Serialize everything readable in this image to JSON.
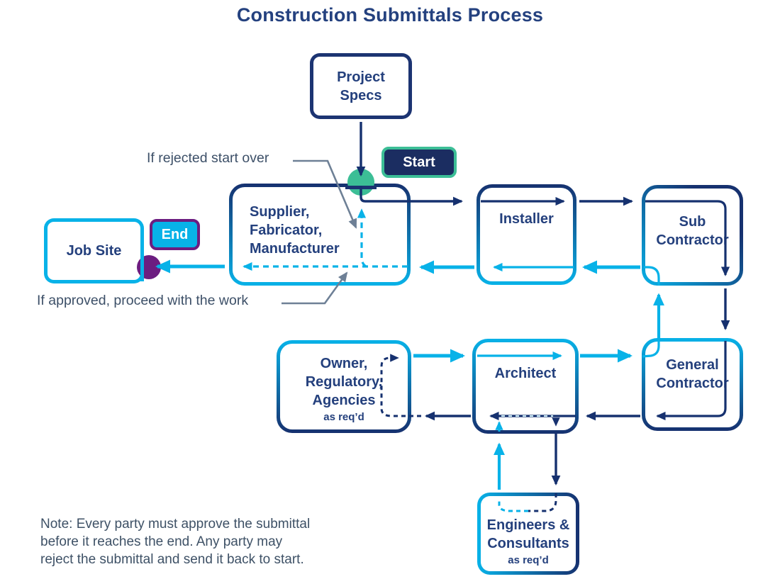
{
  "title": "Construction Submittals Process",
  "nodes": {
    "project_specs": "Project Specs",
    "supplier": "Supplier, Fabricator, Manufacturer",
    "installer": "Installer",
    "sub_contractor": "Sub Contractor",
    "job_site": "Job Site",
    "owner": "Owner, Regulatory, Agencies",
    "owner_note": "as req’d",
    "architect": "Architect",
    "general_contractor": "General Contractor",
    "engineers": "Engineers & Consultants",
    "engineers_note": "as req’d"
  },
  "badges": {
    "start": "Start",
    "end": "End"
  },
  "annotations": {
    "rejected": "If rejected start over",
    "approved": "If approved, proceed with the work",
    "note": "Note: Every party must approve the submittal before it reaches the end. Any party may reject the submittal and send it back to start."
  },
  "colors": {
    "navy": "#16316f",
    "cyan": "#08b2e8",
    "green": "#3cbe96",
    "purple": "#6c1d80",
    "slate": "#3e5166"
  }
}
